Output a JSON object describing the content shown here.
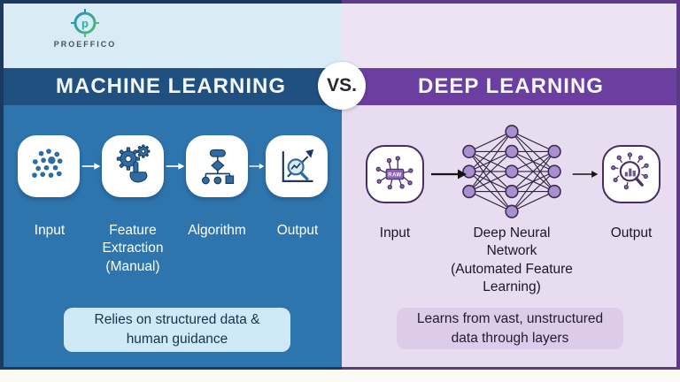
{
  "brand": {
    "name": "PROEFFICO",
    "logo_icon": "proeffico-target-logo"
  },
  "vs": {
    "label": "VS."
  },
  "left": {
    "title": "MACHINE LEARNING",
    "steps": [
      {
        "label": "Input",
        "icon": "scatter-data-icon"
      },
      {
        "label": "Feature\nExtraction\n(Manual)",
        "icon": "gears-hand-icon"
      },
      {
        "label": "Algorithm",
        "icon": "flowchart-icon"
      },
      {
        "label": "Output",
        "icon": "chart-magnifier-icon"
      }
    ],
    "caption": "Relies on structured data &\nhuman guidance"
  },
  "right": {
    "title": "DEEP LEARNING",
    "steps": [
      {
        "label": "Input",
        "icon": "circuit-chip-icon",
        "chip_text": "RAW"
      },
      {
        "label": "Deep Neural\nNetwork\n(Automated Feature\nLearning)",
        "icon": "neural-network-icon"
      },
      {
        "label": "Output",
        "icon": "magnifier-insights-icon"
      }
    ],
    "caption": "Learns from vast, unstructured\ndata through layers"
  },
  "colors": {
    "navy_border": "#1c3a5f",
    "left_top_bg": "#d9ecf5",
    "left_header_bg": "#20507f",
    "left_panel_bg": "#2e74ad",
    "left_icon": "#2e6da4",
    "left_icon_dark": "#1c3a5f",
    "left_caption_bg": "#cfe9f6",
    "left_caption_text": "#15334e",
    "purple_border": "#5c3a85",
    "right_top_bg": "#ece4f2",
    "right_header_bg": "#6b3fa0",
    "right_panel_bg": "#e8ddf0",
    "right_outline": "#473061",
    "right_node_fill": "#a98fd0",
    "right_caption_bg": "#dccce9",
    "right_caption_text": "#231a30",
    "header_text": "#f3f6fa",
    "step_label_text": "#ffffff",
    "right_step_label_text": "#1d1626",
    "vs_bg": "#ffffff",
    "vs_text": "#23272e",
    "bottom_strip": "#fcfaf4",
    "brand_teal": "#2ab3a3",
    "brand_green": "#49c06b",
    "brand_text": "#475259"
  }
}
